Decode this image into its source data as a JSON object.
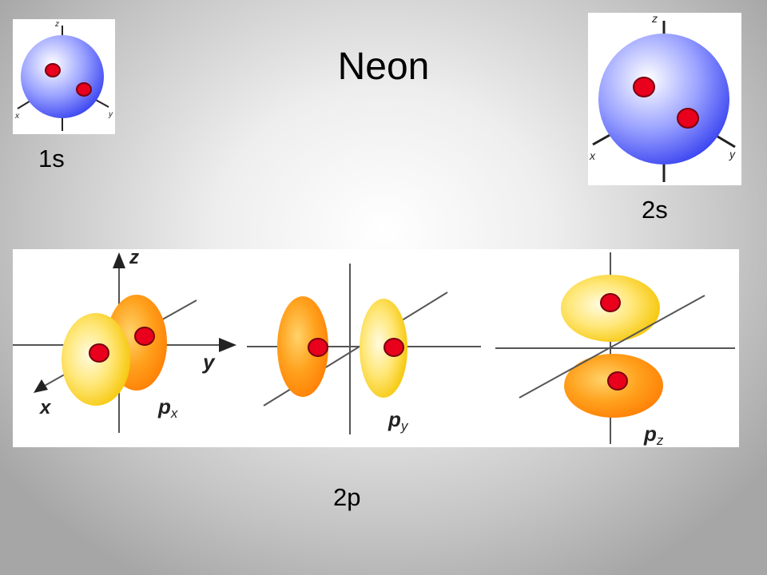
{
  "title": "Neon",
  "orbitals": {
    "s1": {
      "label": "1s",
      "axes": {
        "z": "z",
        "x": "x",
        "y": "y"
      },
      "electrons": 2
    },
    "s2": {
      "label": "2s",
      "axes": {
        "z": "z",
        "x": "x",
        "y": "y"
      },
      "electrons": 2
    },
    "p2": {
      "label": "2p",
      "axes": {
        "z": "z",
        "x": "x",
        "y": "y"
      },
      "px": {
        "base": "p",
        "sub": "x",
        "electrons": 2
      },
      "py": {
        "base": "p",
        "sub": "y",
        "electrons": 2
      },
      "pz": {
        "base": "p",
        "sub": "z",
        "electrons": 2
      }
    }
  },
  "colors": {
    "s_orbital": "#5a66ff",
    "lobe_yellow": "#ffe060",
    "lobe_orange": "#ff8c00",
    "electron": "#e8001c",
    "electron_outline": "#7a0010"
  }
}
